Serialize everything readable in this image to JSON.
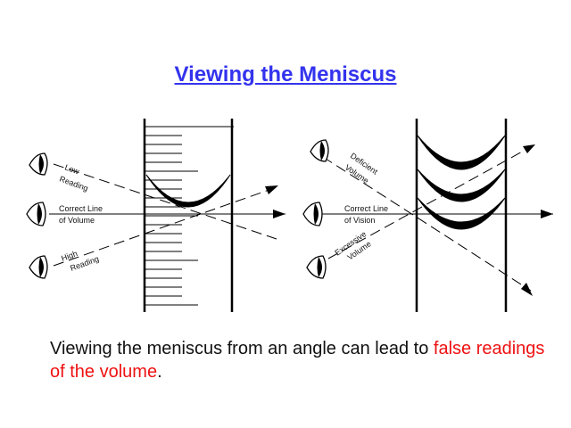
{
  "title": "Viewing the Meniscus",
  "labels": {
    "low_reading_1": "Low",
    "low_reading_2": "Reading",
    "correct_volume_1": "Correct Line",
    "correct_volume_2": "of Volume",
    "high_reading_1": "High",
    "high_reading_2": "Reading",
    "deficient_1": "Deficient",
    "deficient_2": "Volume",
    "correct_vision_1": "Correct Line",
    "correct_vision_2": "of Vision",
    "excessive_1": "Excessive",
    "excessive_2": "Volume"
  },
  "caption": {
    "part1": "Viewing the meniscus from an angle can lead to ",
    "highlight": "false readings of the volume",
    "part2": "."
  },
  "colors": {
    "title": "#3333ee",
    "highlight": "#ee1111"
  }
}
